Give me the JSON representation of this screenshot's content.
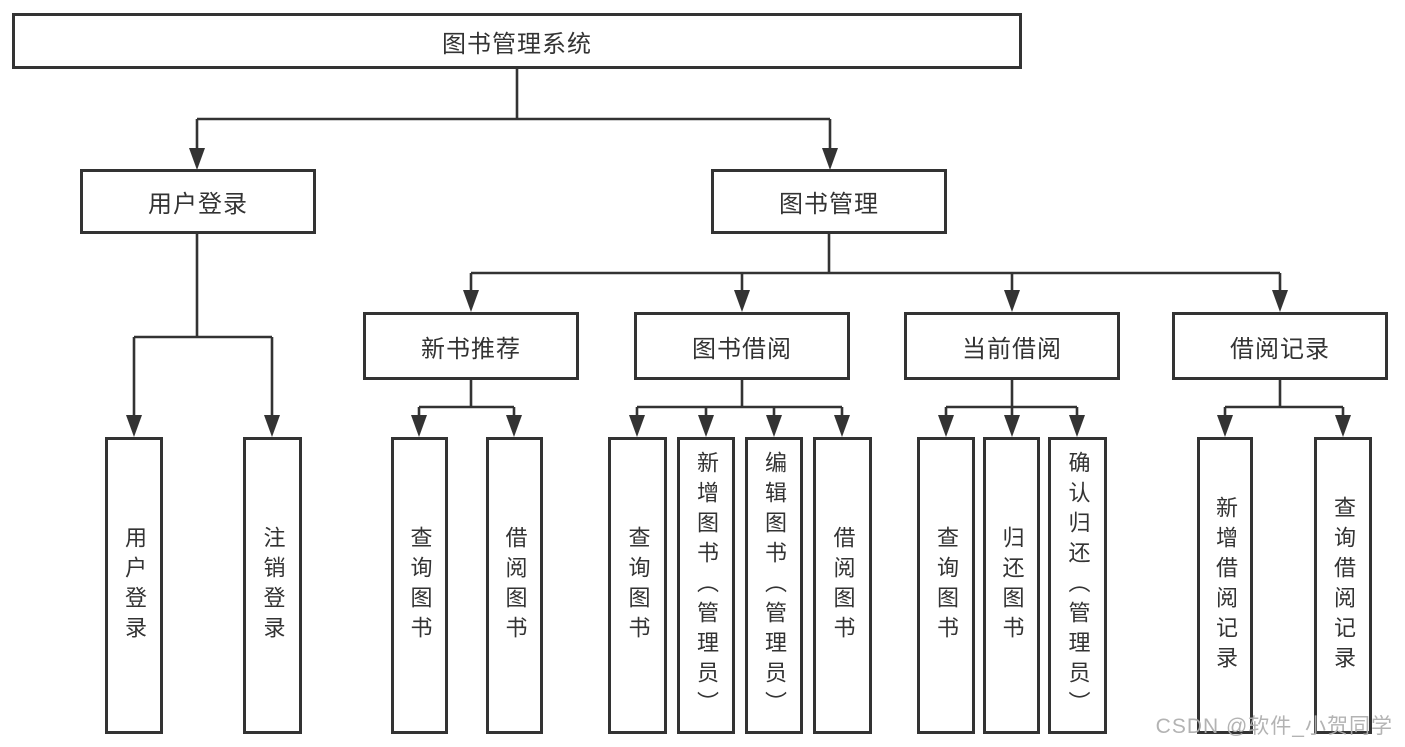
{
  "tree": {
    "label": "图书管理系统",
    "children": [
      {
        "label": "用户登录",
        "children": [
          {
            "label": "用户登录"
          },
          {
            "label": "注销登录"
          }
        ]
      },
      {
        "label": "图书管理",
        "children": [
          {
            "label": "新书推荐",
            "children": [
              {
                "label": "查询图书"
              },
              {
                "label": "借阅图书"
              }
            ]
          },
          {
            "label": "图书借阅",
            "children": [
              {
                "label": "查询图书"
              },
              {
                "label": "新增图书（管理员）"
              },
              {
                "label": "编辑图书（管理员）"
              },
              {
                "label": "借阅图书"
              }
            ]
          },
          {
            "label": "当前借阅",
            "children": [
              {
                "label": "查询图书"
              },
              {
                "label": "归还图书"
              },
              {
                "label": "确认归还（管理员）"
              }
            ]
          },
          {
            "label": "借阅记录",
            "children": [
              {
                "label": "新增借阅记录"
              },
              {
                "label": "查询借阅记录"
              }
            ]
          }
        ]
      }
    ]
  },
  "watermark": "CSDN @软件_小贺同学",
  "colors": {
    "line": "#333333",
    "text": "#333333",
    "box_background": "#ffffff",
    "watermark": "#afafaf"
  }
}
